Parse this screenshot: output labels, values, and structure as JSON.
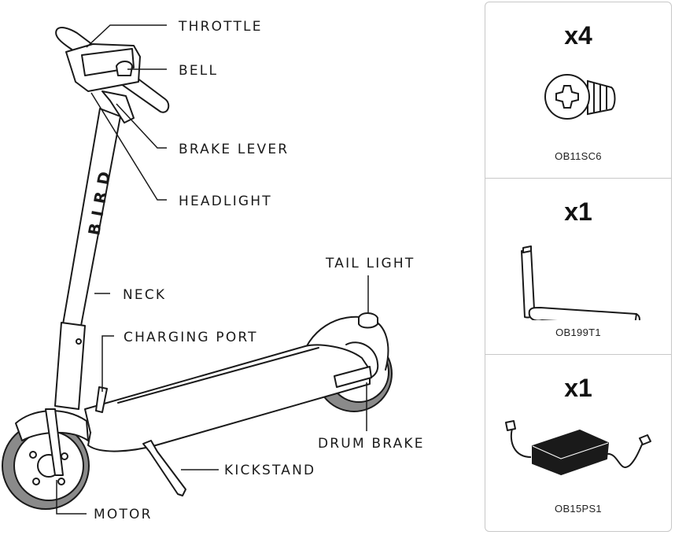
{
  "labels": {
    "throttle": "THROTTLE",
    "bell": "BELL",
    "brake_lever": "BRAKE LEVER",
    "headlight": "HEADLIGHT",
    "neck": "NECK",
    "charging_port": "CHARGING PORT",
    "tail_light": "TAIL LIGHT",
    "drum_brake": "DRUM BRAKE",
    "kickstand": "KICKSTAND",
    "motor": "MOTOR",
    "brand": "BIRD"
  },
  "parts": [
    {
      "qty": "x4",
      "code": "OB11SC6",
      "icon": "screw-icon"
    },
    {
      "qty": "x1",
      "code": "OB199T1",
      "icon": "torx-key-icon"
    },
    {
      "qty": "x1",
      "code": "OB15PS1",
      "icon": "power-supply-icon"
    }
  ]
}
